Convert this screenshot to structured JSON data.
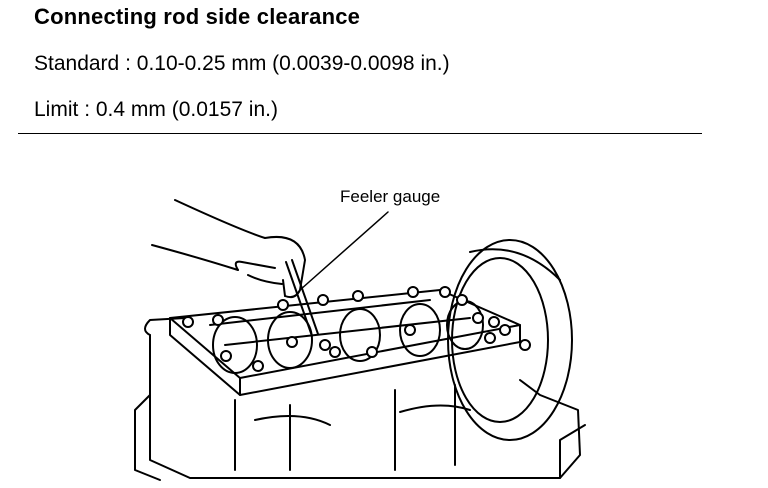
{
  "heading": "Connecting rod side clearance",
  "standard": {
    "label": "Standard",
    "separator": ":",
    "value": "0.10-0.25 mm (0.0039-0.0098 in.)"
  },
  "limit": {
    "label": "Limit",
    "separator": ":",
    "value": "0.4 mm (0.0157 in.)"
  },
  "figure": {
    "callout_label": "Feeler gauge"
  }
}
